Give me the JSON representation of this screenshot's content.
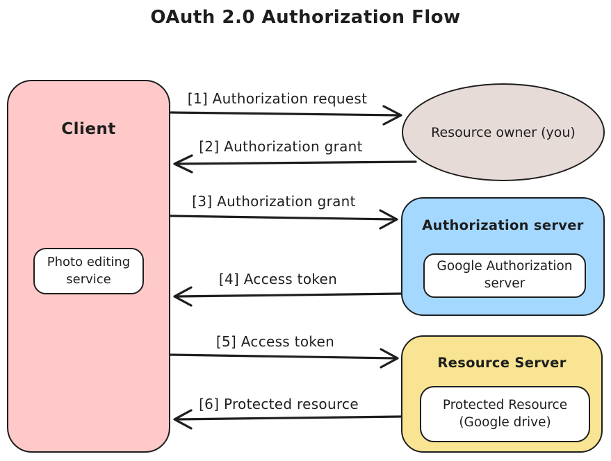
{
  "title": "OAuth 2.0 Authorization Flow",
  "nodes": {
    "client": {
      "label": "Client",
      "inner_label": "Photo editing service"
    },
    "resource_owner": {
      "label": "Resource owner (you)"
    },
    "authorization_server": {
      "label": "Authorization server",
      "inner_label": "Google Authorization server"
    },
    "resource_server": {
      "label": "Resource Server",
      "inner_label": "Protected Resource (Google drive)"
    }
  },
  "arrows": [
    {
      "label": "[1] Authorization request",
      "from": "client",
      "to": "resource_owner",
      "direction": "right"
    },
    {
      "label": "[2] Authorization grant",
      "from": "resource_owner",
      "to": "client",
      "direction": "left"
    },
    {
      "label": "[3] Authorization grant",
      "from": "client",
      "to": "authorization_server",
      "direction": "right"
    },
    {
      "label": "[4] Access token",
      "from": "authorization_server",
      "to": "client",
      "direction": "left"
    },
    {
      "label": "[5] Access token",
      "from": "client",
      "to": "resource_server",
      "direction": "right"
    },
    {
      "label": "[6] Protected resource",
      "from": "resource_server",
      "to": "client",
      "direction": "left"
    }
  ],
  "colors": {
    "client_fill": "#ffc9c9",
    "resource_owner_fill": "#e6dbd7",
    "authorization_server_fill": "#a5d8ff",
    "resource_server_fill": "#f8e492",
    "stroke": "#1e1e1e",
    "background": "#ffffff"
  }
}
